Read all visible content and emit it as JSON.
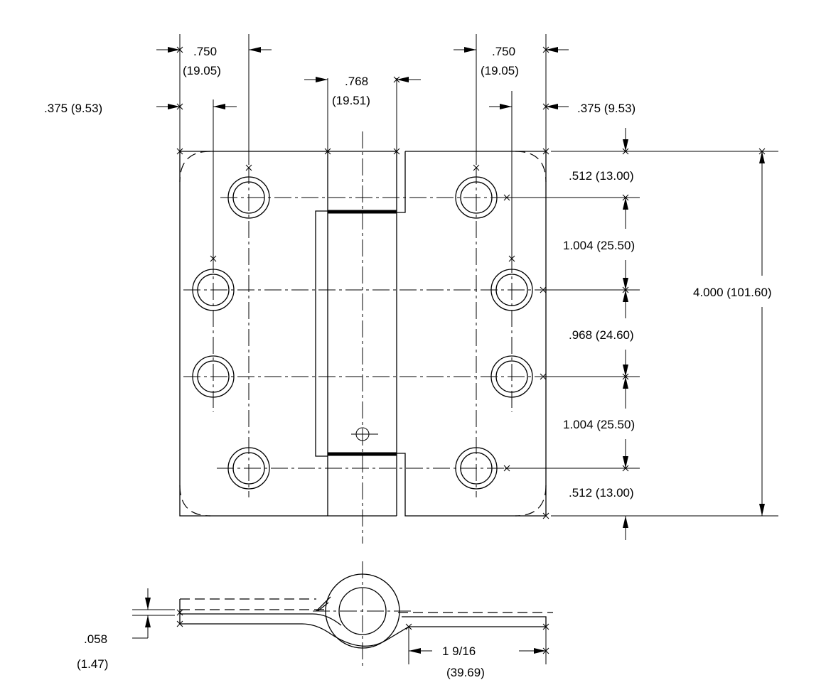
{
  "drawing": {
    "dim_750_left": ".750",
    "dim_750_left_mm": "(19.05)",
    "dim_375_left": ".375 (9.53)",
    "dim_768": ".768",
    "dim_768_mm": "(19.51)",
    "dim_750_right": ".750",
    "dim_750_right_mm": "(19.05)",
    "dim_375_right": ".375 (9.53)",
    "dim_512_top": ".512 (13.00)",
    "dim_1004_upper": "1.004 (25.50)",
    "dim_968": ".968 (24.60)",
    "dim_1004_lower": "1.004 (25.50)",
    "dim_512_bottom": ".512 (13.00)",
    "dim_overall_height": "4.000 (101.60)",
    "dim_thickness": ".058",
    "dim_thickness_mm": "(1.47)",
    "dim_leaf_width": "1 9/16",
    "dim_leaf_width_mm": "(39.69)"
  }
}
